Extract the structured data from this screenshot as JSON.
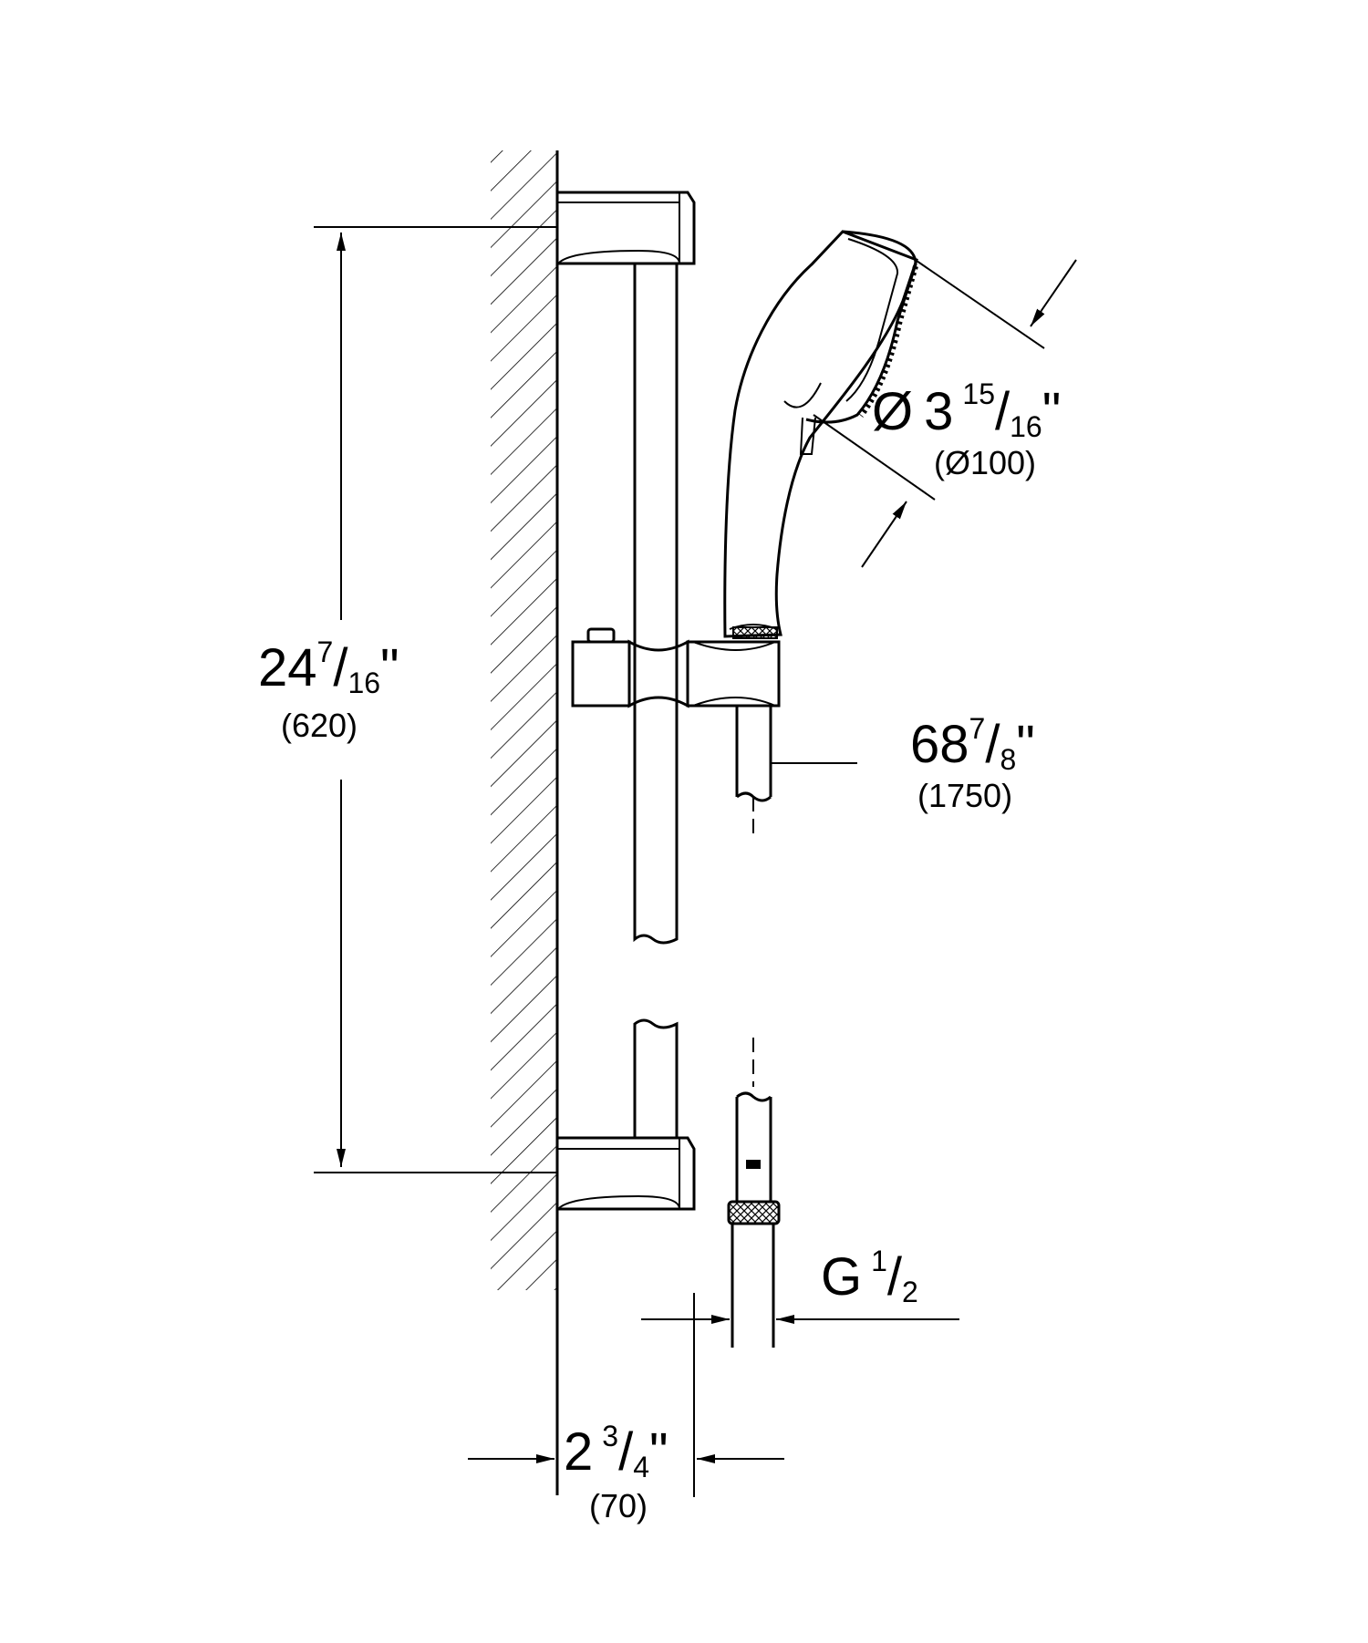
{
  "colors": {
    "line": "#000000",
    "background": "#ffffff"
  },
  "dimensions": {
    "height": {
      "whole": "24",
      "numerator": "7",
      "slash": "/",
      "denominator": "16",
      "unit": "\"",
      "metric": "(620)"
    },
    "head_diameter": {
      "symbol": "Ø",
      "whole": "3",
      "numerator": "15",
      "slash": "/",
      "denominator": "16",
      "unit": "\"",
      "metric": "(Ø100)"
    },
    "hose_length": {
      "whole": "68",
      "numerator": "7",
      "slash": "/",
      "denominator": "8",
      "unit": "\"",
      "metric": "(1750)"
    },
    "thread": {
      "letter": "G",
      "numerator": "1",
      "slash": "/",
      "denominator": "2"
    },
    "projection": {
      "whole": "2",
      "numerator": "3",
      "slash": "/",
      "denominator": "4",
      "unit": "\"",
      "metric": "(70)"
    }
  }
}
